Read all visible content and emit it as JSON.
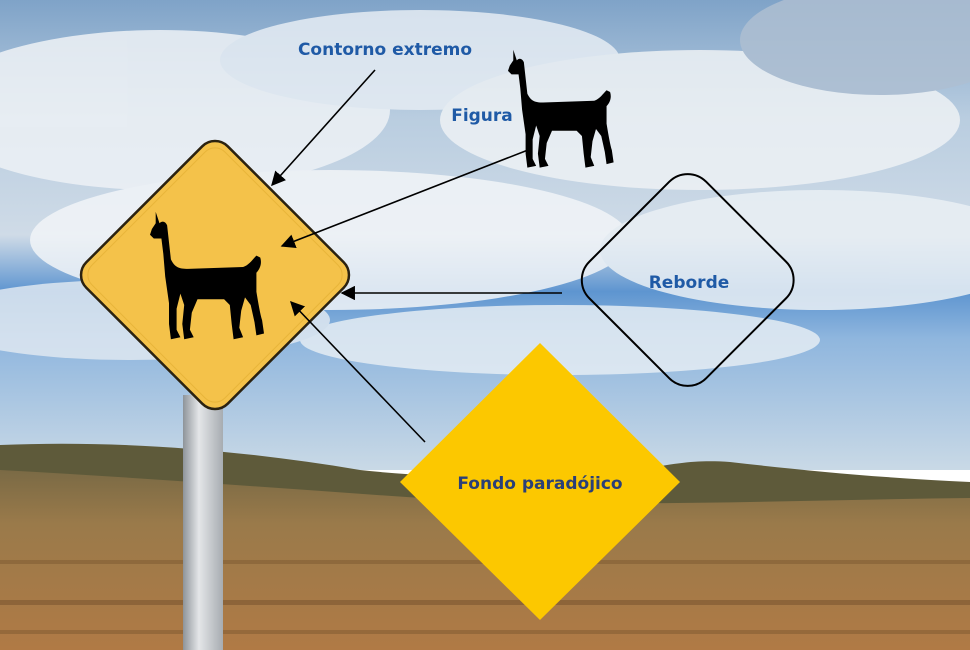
{
  "labels": {
    "outer_contour": "Contorno extremo",
    "figure": "Figura",
    "rim": "Reborde",
    "paradoxical_ground": "Fondo paradójico"
  },
  "colors": {
    "label_blue": "#1f5aa6",
    "sign_yellow": "#f4c24a",
    "diamond_yellow": "#fcc800",
    "silhouette": "#000000"
  },
  "icons": {
    "sign": "llama-crossing-road-sign",
    "figure": "llama-silhouette-icon"
  }
}
